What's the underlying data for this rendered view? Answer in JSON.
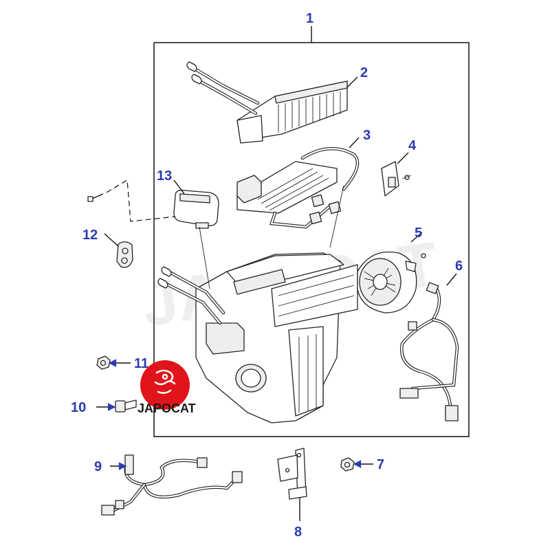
{
  "watermark": "JAPOCAT",
  "logo": {
    "text": "JAPOCAT",
    "color": "#e0141b"
  },
  "callout_color": "#2b3bb0",
  "callouts": {
    "c1": "1",
    "c2": "2",
    "c3": "3",
    "c4": "4",
    "c5": "5",
    "c6": "6",
    "c7": "7",
    "c8": "8",
    "c9": "9",
    "c10": "10",
    "c11": "11",
    "c12": "12",
    "c13": "13"
  }
}
